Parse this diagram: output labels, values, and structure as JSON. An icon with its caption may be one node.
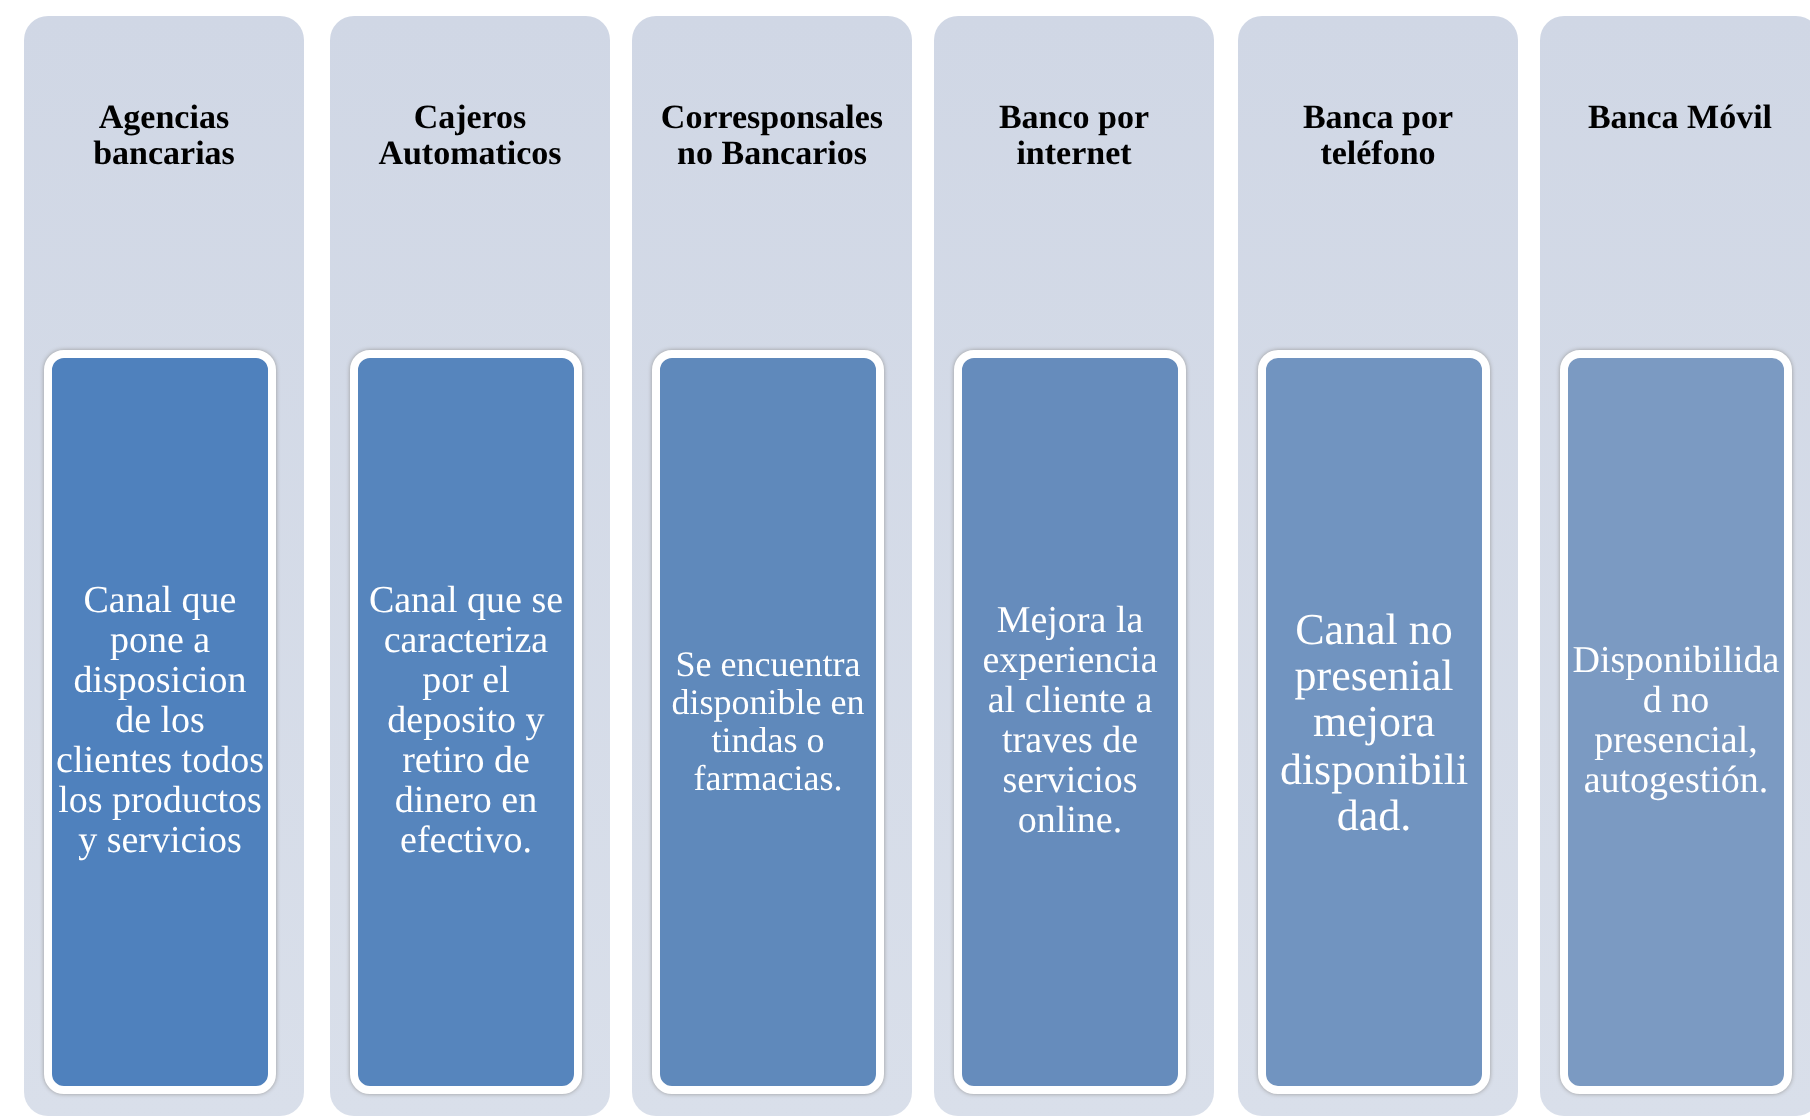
{
  "diagram": {
    "nodes": [
      {
        "text": [
          "Agencias bancarias"
        ]
      },
      {
        "text": [
          "Canal que pone a disposicion de los clientes todos los productos y servicios"
        ],
        "in": 0
      },
      {
        "text": [
          "Cajeros Automaticos"
        ]
      },
      {
        "text": [
          "Canal que se caracteriza por el deposito y retiro de dinero en efectivo."
        ],
        "in": 2
      },
      {
        "text": [
          "Corresponsales no Bancarios"
        ]
      },
      {
        "text": [
          "Se encuentra disponible en tindas o farmacias."
        ],
        "in": 4
      },
      {
        "text": [
          "Banco por internet"
        ]
      },
      {
        "text": [
          "Mejora la experiencia al cliente a traves de servicios online."
        ],
        "in": 6
      },
      {
        "text": [
          "Banca por teléfono"
        ]
      },
      {
        "text": [
          "Canal no presenial mejora disponibilidad."
        ],
        "in": 8
      },
      {
        "text": [
          "Banca Móvil"
        ]
      },
      {
        "text": [
          "Disponibilidad no presencial, autogestión."
        ],
        "in": 10
      }
    ]
  }
}
